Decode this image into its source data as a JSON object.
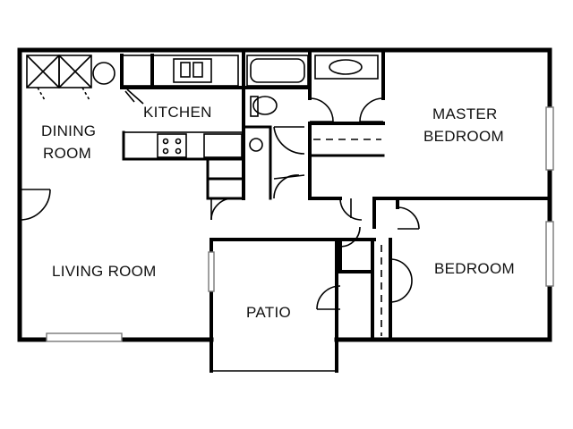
{
  "rooms": {
    "dining": [
      "DINING",
      "ROOM"
    ],
    "kitchen": "KITCHEN",
    "master": [
      "MASTER",
      "BEDROOM"
    ],
    "living": "LIVING ROOM",
    "patio": "PATIO",
    "bedroom": "BEDROOM"
  },
  "colors": {
    "wall": "#000000",
    "background": "#ffffff",
    "window": "#777777"
  }
}
